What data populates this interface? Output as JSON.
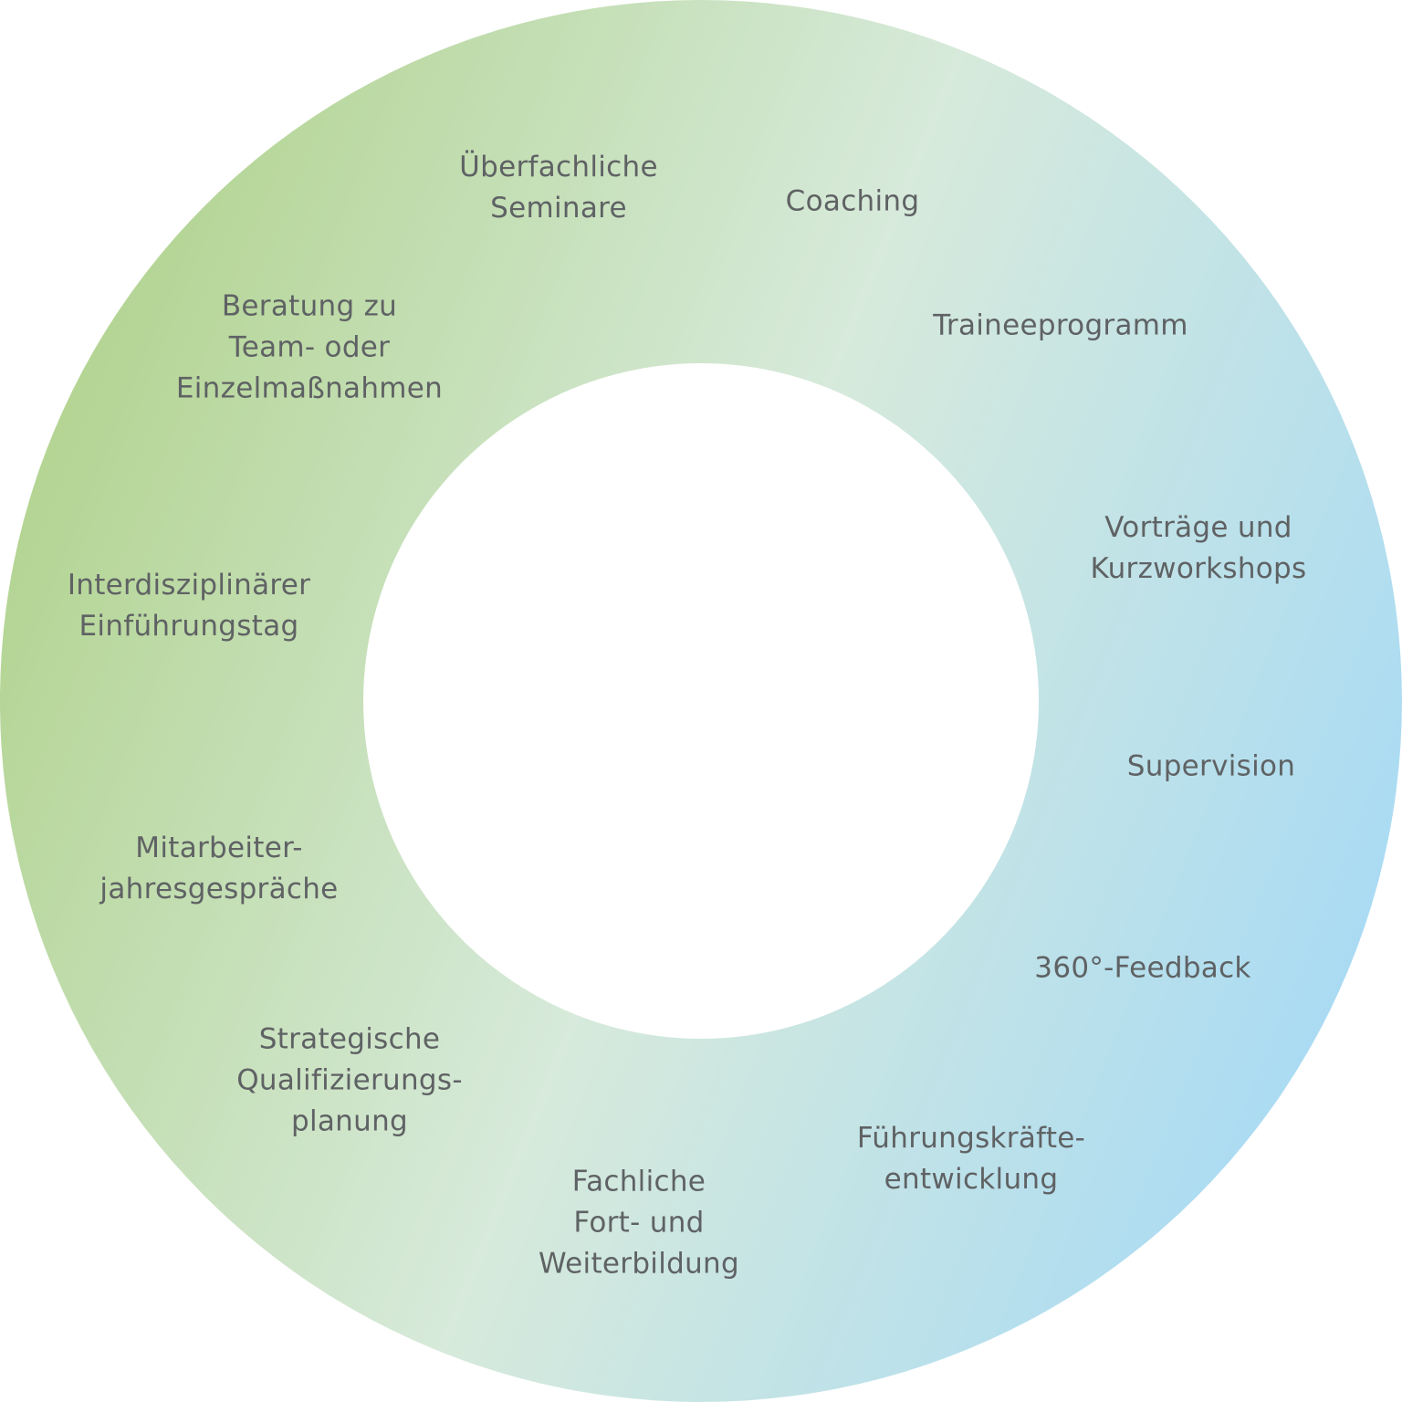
{
  "diagram": {
    "colors": {
      "green": "#b1d38e",
      "mint": "#d7eadb",
      "blue": "#a7daf5",
      "text": "#5f6264",
      "center": "#ffffff"
    },
    "items": [
      {
        "id": "ueberfachliche-seminare",
        "lines": [
          "Überfachliche",
          "Seminare"
        ]
      },
      {
        "id": "coaching",
        "lines": [
          "Coaching"
        ]
      },
      {
        "id": "beratung",
        "lines": [
          "Beratung zu",
          "Team- oder",
          "Einzelmaßnahmen"
        ]
      },
      {
        "id": "traineeprogramm",
        "lines": [
          "Traineeprogramm"
        ]
      },
      {
        "id": "vortraege",
        "lines": [
          "Vorträge und",
          "Kurzworkshops"
        ]
      },
      {
        "id": "interdisziplinaer",
        "lines": [
          "Interdisziplinärer",
          "Einführungstag"
        ]
      },
      {
        "id": "supervision",
        "lines": [
          "Supervision"
        ]
      },
      {
        "id": "mitarbeiter",
        "lines": [
          "Mitarbeiter-",
          "jahresgespräche"
        ]
      },
      {
        "id": "feedback",
        "lines": [
          "360°-Feedback"
        ]
      },
      {
        "id": "strategisch",
        "lines": [
          "Strategische",
          "Qualifizierungs-",
          "planung"
        ]
      },
      {
        "id": "fuehrung",
        "lines": [
          "Führungskräfte-",
          "entwicklung"
        ]
      },
      {
        "id": "fachlich",
        "lines": [
          "Fachliche",
          "Fort- und",
          "Weiterbildung"
        ]
      }
    ]
  }
}
